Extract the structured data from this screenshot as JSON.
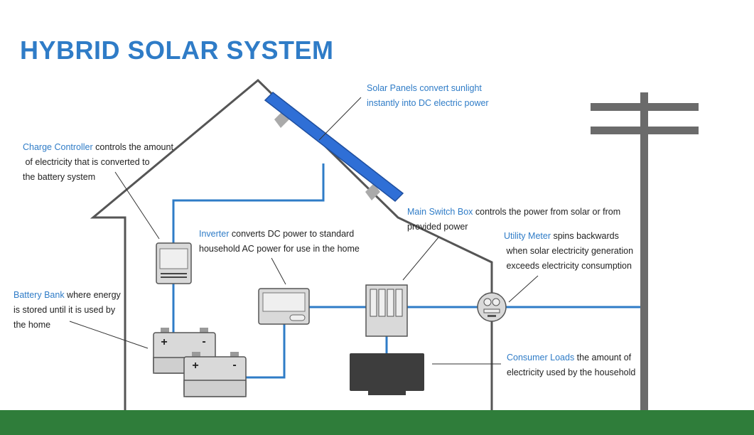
{
  "title": "HYBRID SOLAR SYSTEM",
  "colors": {
    "title": "#2f7cc7",
    "wire": "#2f7cc7",
    "panel": "#2f6fd6",
    "house_outline": "#555555",
    "component": "#d9d9d9",
    "ground": "#2f7d3a",
    "pole": "#6b6b6b",
    "tv": "#3d3d3d"
  },
  "annotations": {
    "solar_panels": {
      "highlight": "Solar Panels convert sunlight",
      "line2": "instantly into DC electric power"
    },
    "charge_controller": {
      "highlight": "Charge Controller",
      "rest": " controls the amount",
      "line2": " of electricity that is converted to",
      "line3": "the battery system"
    },
    "inverter": {
      "highlight": "Inverter",
      "rest": " converts DC power to standard",
      "line2": "household AC power for use in the home"
    },
    "battery_bank": {
      "highlight": "Battery Bank",
      "rest": " where energy",
      "line2": "is stored until it is used by",
      "line3": "the home"
    },
    "main_switch_box": {
      "highlight": "Main Switch Box",
      "rest": " controls the power from solar or from",
      "line2": "provided power"
    },
    "utility_meter": {
      "highlight": "Utility Meter",
      "rest": " spins backwards",
      "line2": " when solar electricity generation",
      "line3": " exceeds electricity consumption"
    },
    "consumer_loads": {
      "highlight": "Consumer Loads",
      "rest": " the amount of",
      "line2": "electricity used by the household"
    }
  },
  "battery_terminals": {
    "plus": "+",
    "minus": "-"
  }
}
